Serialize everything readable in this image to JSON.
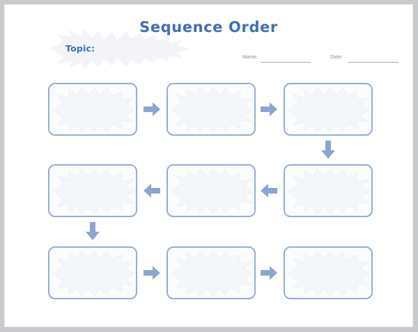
{
  "document": {
    "title": "Sequence Order",
    "type": "graphic-organizer-worksheet"
  },
  "topic": {
    "label": "Topic:",
    "value": ""
  },
  "fields": [
    {
      "name": "name",
      "label": "Name:",
      "value": ""
    },
    {
      "name": "date",
      "label": "Date:",
      "value": ""
    }
  ],
  "colors": {
    "title": "#3f6fb5",
    "box_border": "#93aed4",
    "box_fill": "#fbfcfe",
    "arrow": "#8aa6d0",
    "burst": "#eef1f7",
    "field_text": "#8e8e90",
    "frame": "#c9cace"
  },
  "flow": {
    "direction": "serpentine",
    "rows": 3,
    "columns": 3,
    "boxes": [
      {
        "id": "box-1",
        "row": 1,
        "col": 1,
        "value": ""
      },
      {
        "id": "box-2",
        "row": 1,
        "col": 2,
        "value": ""
      },
      {
        "id": "box-3",
        "row": 1,
        "col": 3,
        "value": ""
      },
      {
        "id": "box-4",
        "row": 2,
        "col": 3,
        "value": ""
      },
      {
        "id": "box-5",
        "row": 2,
        "col": 2,
        "value": ""
      },
      {
        "id": "box-6",
        "row": 2,
        "col": 1,
        "value": ""
      },
      {
        "id": "box-7",
        "row": 3,
        "col": 1,
        "value": ""
      },
      {
        "id": "box-8",
        "row": 3,
        "col": 2,
        "value": ""
      },
      {
        "id": "box-9",
        "row": 3,
        "col": 3,
        "value": ""
      }
    ],
    "arrows": [
      {
        "id": "arrow-1",
        "direction": "right"
      },
      {
        "id": "arrow-2",
        "direction": "right"
      },
      {
        "id": "arrow-3",
        "direction": "down"
      },
      {
        "id": "arrow-4",
        "direction": "left"
      },
      {
        "id": "arrow-5",
        "direction": "left"
      },
      {
        "id": "arrow-6",
        "direction": "down"
      },
      {
        "id": "arrow-7",
        "direction": "right"
      },
      {
        "id": "arrow-8",
        "direction": "right"
      }
    ]
  }
}
